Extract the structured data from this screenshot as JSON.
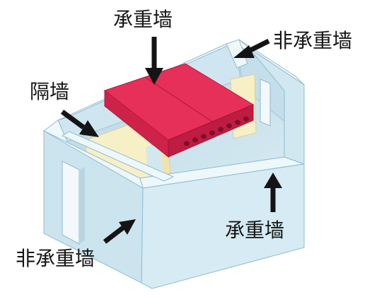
{
  "labels": {
    "bearing_wall_top": "承重墙",
    "non_bearing_wall_top_right": "非承重墙",
    "partition_wall": "隔墙",
    "bearing_wall_bottom_right": "承重墙",
    "non_bearing_wall_bottom_left": "非承重墙"
  },
  "colors": {
    "wall_face": "#d8edf5",
    "wall_side": "#c3e0ec",
    "wall_top": "#f0f8fb",
    "wall_edge": "#8fbcd0",
    "partition": "#f7efc6",
    "slab_top": "#e6305a",
    "slab_front": "#c81e45",
    "arrow": "#141414"
  },
  "icons": {
    "arrows": "arrow-icon"
  }
}
